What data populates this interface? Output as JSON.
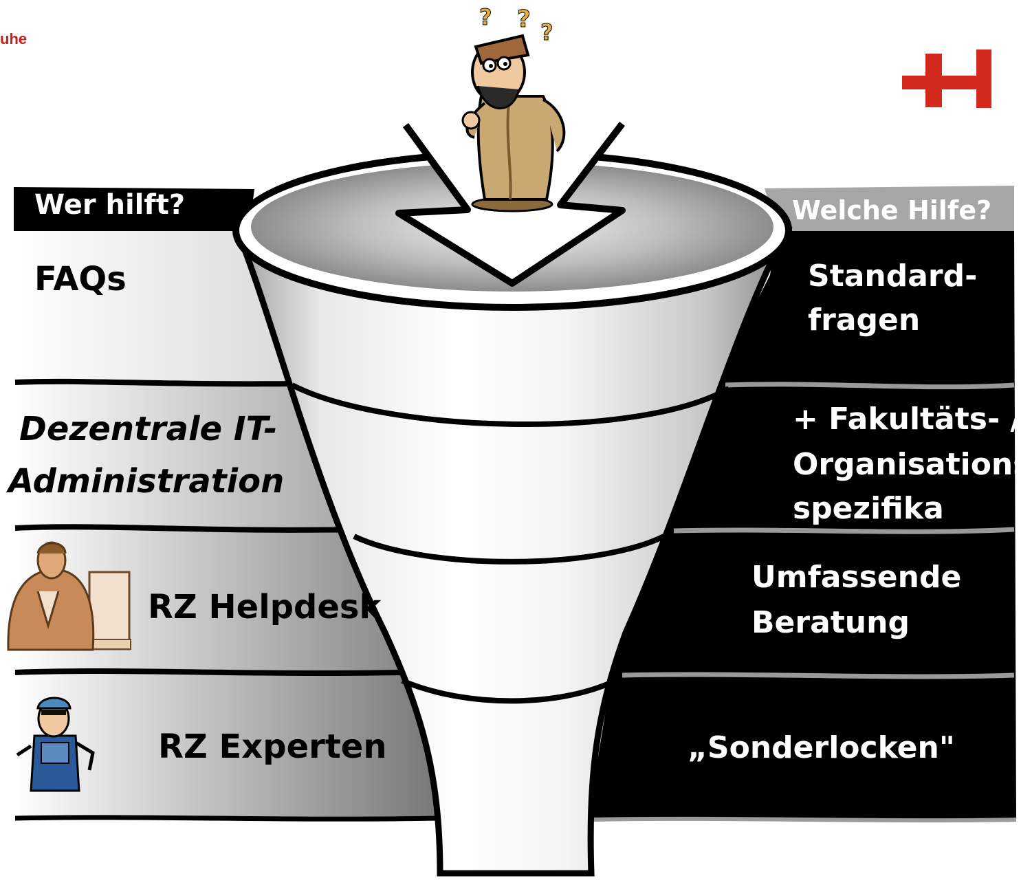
{
  "brand": {
    "fragment": "uhe",
    "logo_color": "#d42a1e"
  },
  "headers": {
    "left": "Wer hilft?",
    "right": "Welche Hilfe?"
  },
  "levels": [
    {
      "who": "FAQs",
      "help_line1": "Standard-",
      "help_line2": "fragen",
      "help_line3": ""
    },
    {
      "who_line1": "Dezentrale IT-",
      "who_line2": "Administration",
      "help_line1": "+ Fakultäts- /",
      "help_line2": "Organisations-",
      "help_line3": "spezifika"
    },
    {
      "who": "RZ Helpdesk",
      "help_line1": "Umfassende",
      "help_line2": "Beratung"
    },
    {
      "who": "RZ Experten",
      "help_line1": "„Sonderlocken\""
    }
  ],
  "icons": {
    "top": "confused-man-icon",
    "helpdesk": "computer-user-icon",
    "experts": "mechanic-icon"
  },
  "question_marks": [
    "?",
    "?",
    "?"
  ]
}
